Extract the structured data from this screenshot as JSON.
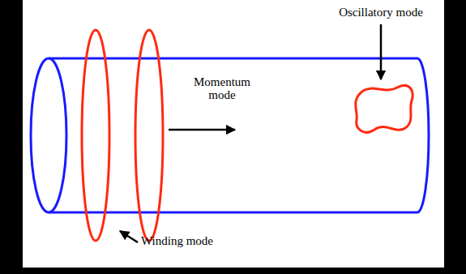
{
  "diagram": {
    "labels": [
      "Oscillatory mode",
      "Momentum mode",
      "Winding mode"
    ]
  }
}
